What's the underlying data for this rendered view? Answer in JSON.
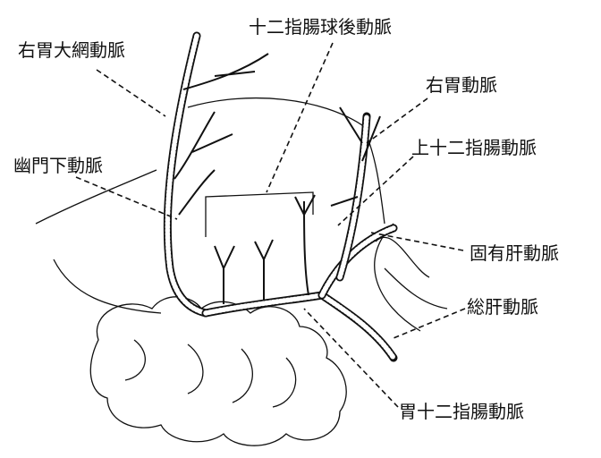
{
  "diagram": {
    "labels": {
      "right_gastroepiploic": "右胃大網動脈",
      "retroduodenal": "十二指腸球後動脈",
      "right_gastric": "右胃動脈",
      "infrapyloric": "幽門下動脈",
      "supraduodenal": "上十二指腸動脈",
      "proper_hepatic": "固有肝動脈",
      "common_hepatic": "総肝動脈",
      "gastroduodenal": "胃十二指腸動脈"
    }
  }
}
